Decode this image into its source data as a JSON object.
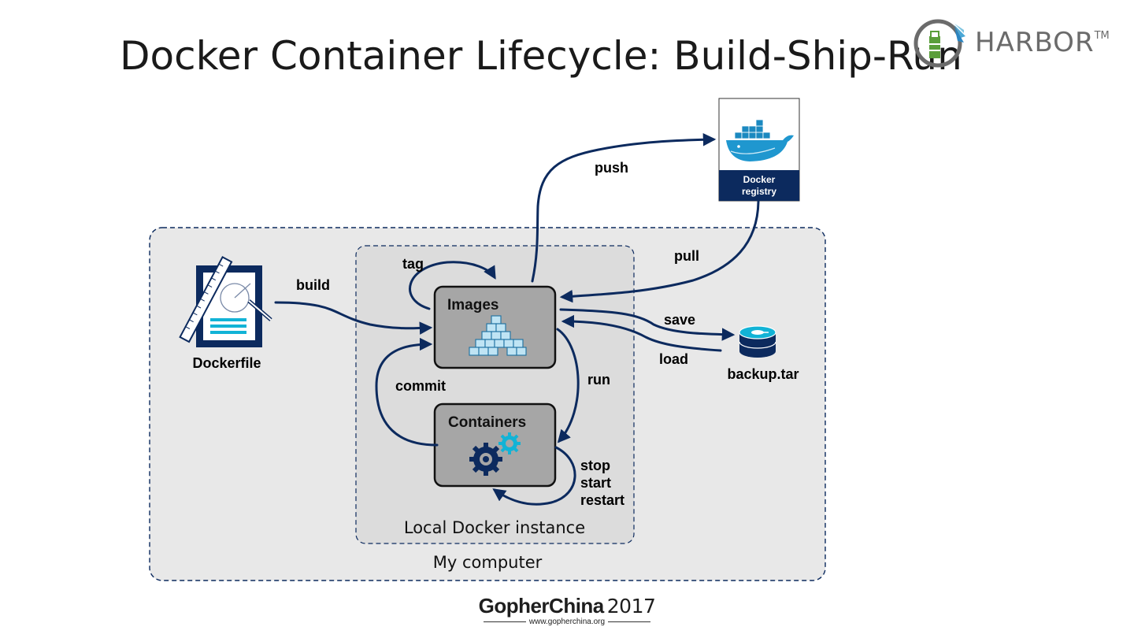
{
  "slide": {
    "title": "Docker Container Lifecycle: Build-Ship-Run"
  },
  "brand": {
    "logo_text": "HARBOR",
    "trademark": "TM",
    "logo_icon": "lighthouse-icon"
  },
  "regions": {
    "my_computer": "My computer",
    "local_instance": "Local Docker instance"
  },
  "nodes": {
    "dockerfile": "Dockerfile",
    "images": "Images",
    "containers": "Containers",
    "registry_line1": "Docker",
    "registry_line2": "registry",
    "backup": "backup.tar"
  },
  "edges": {
    "build": "build",
    "tag": "tag",
    "push": "push",
    "pull": "pull",
    "save": "save",
    "load": "load",
    "run": "run",
    "commit": "commit",
    "stop": "stop",
    "start": "start",
    "restart": "restart"
  },
  "footer": {
    "brand": "GopherChina",
    "year": "2017",
    "url": "www.gopherchina.org"
  },
  "colors": {
    "arrow": "#0c2a5e",
    "box_fill": "#a6a6a6",
    "region_fill": "#e8e8e8",
    "registry_band": "#0c2a5e",
    "accent_cyan": "#12b3d6",
    "harbor_green": "#5a9e3a"
  }
}
